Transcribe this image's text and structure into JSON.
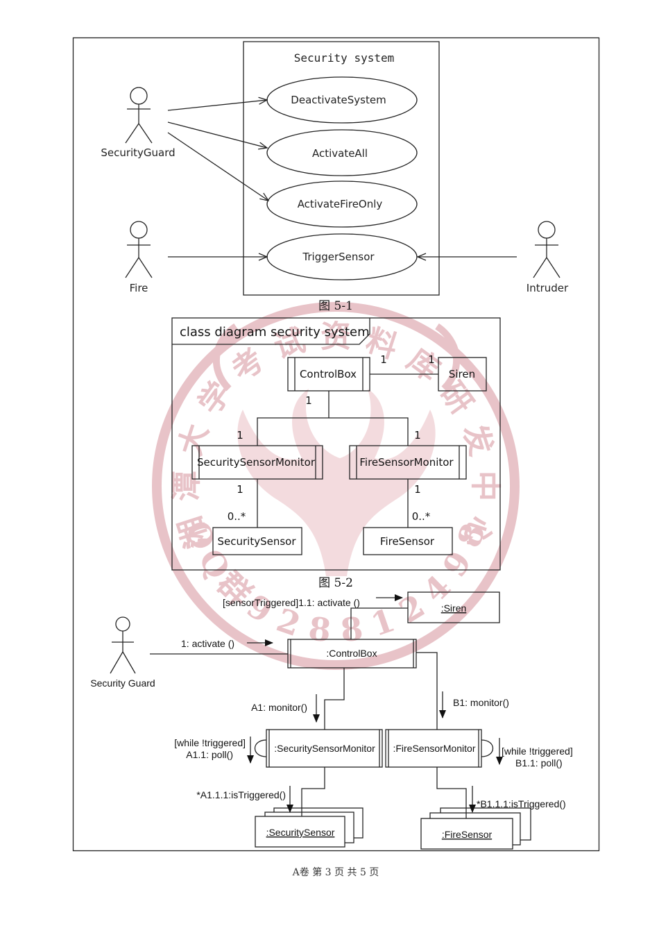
{
  "usecase_diagram": {
    "system_title": "Security system",
    "actors": [
      {
        "id": "guard",
        "label": "SecurityGuard"
      },
      {
        "id": "fire",
        "label": "Fire"
      },
      {
        "id": "intruder",
        "label": "Intruder"
      }
    ],
    "use_cases": [
      {
        "id": "deact",
        "label": "DeactivateSystem"
      },
      {
        "id": "actall",
        "label": "ActivateAll"
      },
      {
        "id": "actfire",
        "label": "ActivateFireOnly"
      },
      {
        "id": "trigger",
        "label": "TriggerSensor"
      }
    ],
    "associations": [
      {
        "from": "guard",
        "to": "deact"
      },
      {
        "from": "guard",
        "to": "actall"
      },
      {
        "from": "guard",
        "to": "actfire"
      },
      {
        "from": "fire",
        "to": "trigger"
      },
      {
        "from": "intruder",
        "to": "trigger"
      }
    ],
    "caption": "图 5-1"
  },
  "class_diagram": {
    "frame_title": "class diagram security system",
    "classes": [
      {
        "id": "controlbox",
        "label": "ControlBox",
        "active": true
      },
      {
        "id": "siren",
        "label": "Siren",
        "active": false
      },
      {
        "id": "ssm",
        "label": "SecuritySensorMonitor",
        "active": true
      },
      {
        "id": "fsm",
        "label": "FireSensorMonitor",
        "active": true
      },
      {
        "id": "ss",
        "label": "SecuritySensor",
        "active": false
      },
      {
        "id": "fs",
        "label": "FireSensor",
        "active": false
      }
    ],
    "associations": [
      {
        "from": "controlbox",
        "to": "siren",
        "from_mult": "1",
        "to_mult": "1"
      },
      {
        "from": "controlbox",
        "to": "ssm",
        "from_mult": "1",
        "to_mult": "1"
      },
      {
        "from": "controlbox",
        "to": "fsm",
        "from_mult": "1",
        "to_mult": "1"
      },
      {
        "from": "ssm",
        "to": "ss",
        "from_mult": "1",
        "to_mult": "0..*"
      },
      {
        "from": "fsm",
        "to": "fs",
        "from_mult": "1",
        "to_mult": "0..*"
      }
    ],
    "caption": "图 5-2"
  },
  "communication_diagram": {
    "actor": "Security Guard",
    "objects": [
      {
        "id": "siren",
        "label": ":Siren"
      },
      {
        "id": "controlbox",
        "label": ":ControlBox"
      },
      {
        "id": "ssm",
        "label": ":SecuritySensorMonitor"
      },
      {
        "id": "fsm",
        "label": ":FireSensorMonitor"
      },
      {
        "id": "ss",
        "label": ":SecuritySensor"
      },
      {
        "id": "fs",
        "label": ":FireSensor"
      }
    ],
    "messages": {
      "activate": "1: activate ()",
      "siren_activate": "[sensorTriggered]1.1: activate ()",
      "a1_monitor": "A1: monitor()",
      "b1_monitor": "B1: monitor()",
      "a11_guard": "[while !triggered]",
      "a11_poll": "A1.1: poll()",
      "b11_guard": "[while !triggered]",
      "b11_poll": "B1.1: poll()",
      "a111": "*A1.1.1:isTriggered()",
      "b111": "*B1.1.1:isTriggered()"
    }
  },
  "watermark": {
    "top_text": "湘潭大学考试资料库研发中心",
    "bottom_text": "QQ群 928812498",
    "color": "#e8c3c8"
  },
  "footer": "A卷 第 3 页 共 5 页"
}
